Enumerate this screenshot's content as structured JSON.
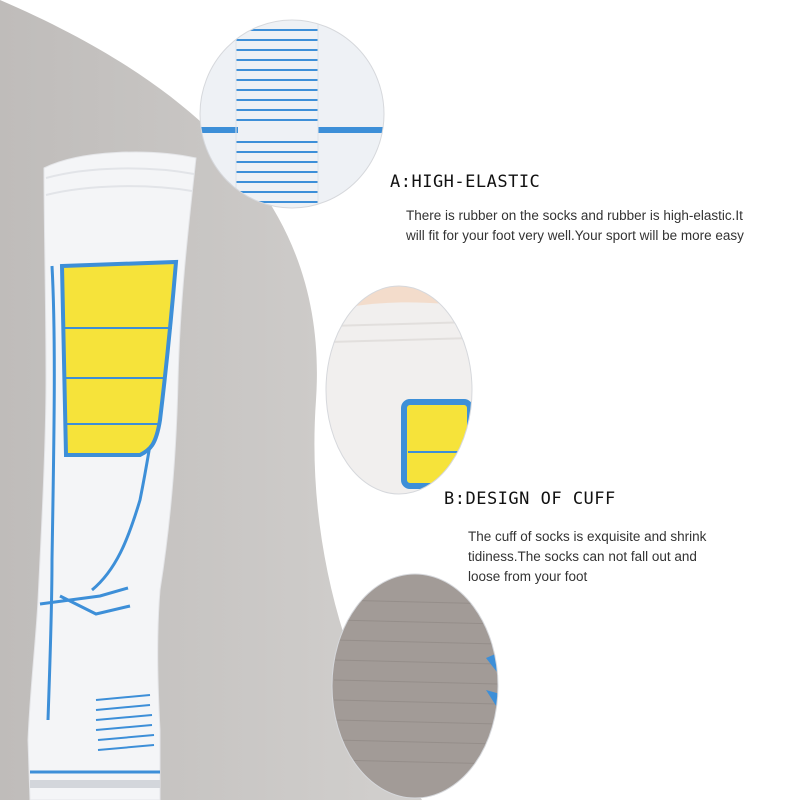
{
  "colors": {
    "background": "#ffffff",
    "backdrop_gray": "#c8c6c4",
    "sock_white": "#f4f5f7",
    "sock_yellow": "#f6e33a",
    "sock_blue": "#3d8fd8",
    "heel_gray": "#9f9894"
  },
  "features": [
    {
      "heading": "A:HIGH-ELASTIC",
      "lines": [
        "There is rubber on the socks and rubber is high-elastic.It",
        "will fit for your foot very well.Your sport will be more easy"
      ]
    },
    {
      "heading": "B:DESIGN OF CUFF",
      "lines": [
        "The cuff of socks is exquisite and shrink",
        "tidiness.The socks can not fall out and",
        "loose from your foot"
      ]
    }
  ]
}
